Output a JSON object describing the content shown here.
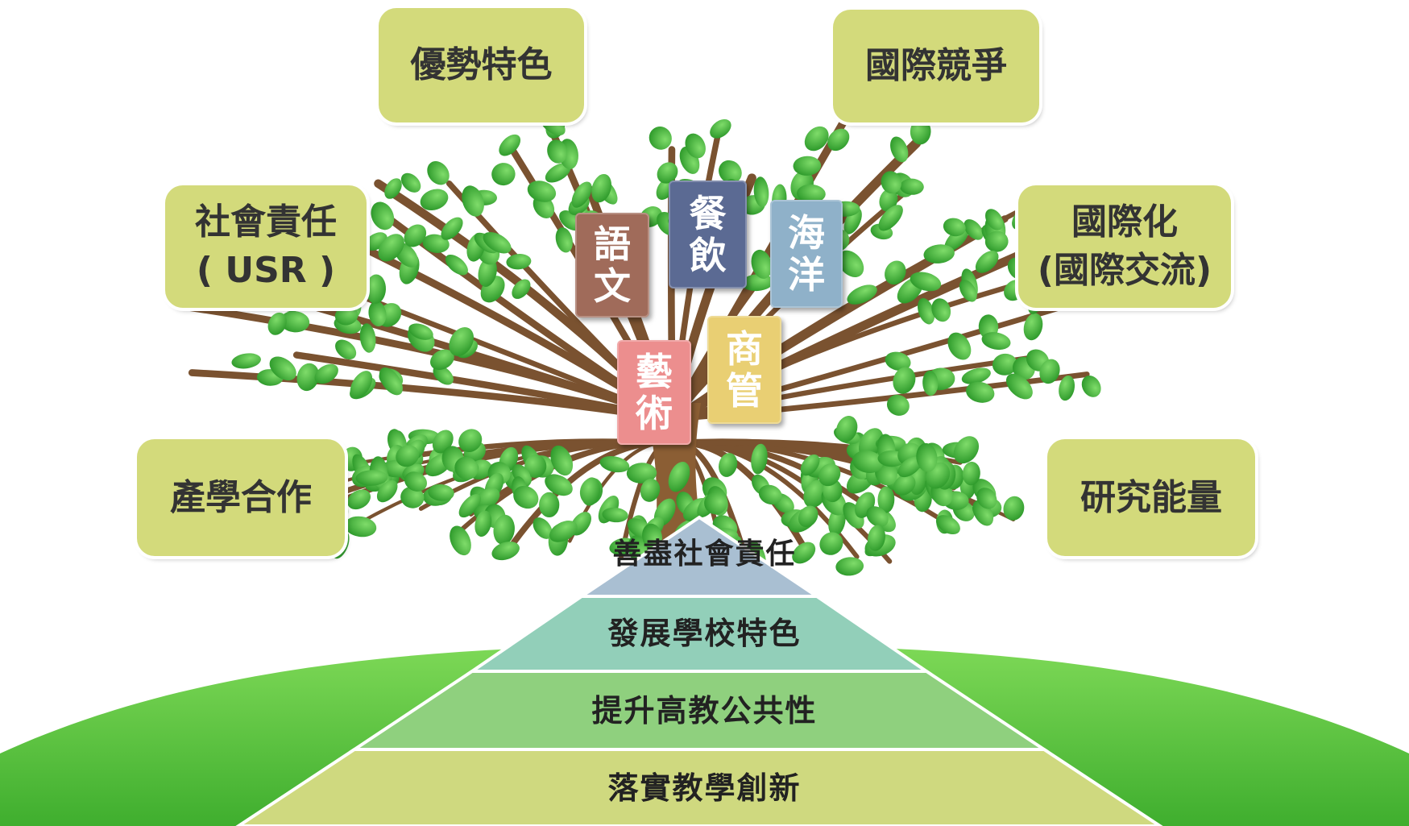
{
  "boxes": {
    "advantages": "優勢特色",
    "intl_competition": "國際競爭",
    "social_responsibility": "社會責任\n( USR )",
    "internationalization": "國際化\n(國際交流)",
    "industry_cooperation": "產學合作",
    "research": "研究能量"
  },
  "cards": {
    "language": "語\n文",
    "food": "餐\n飲",
    "marine": "海\n洋",
    "arts": "藝\n術",
    "business": "商\n管"
  },
  "pyramid": {
    "tier1": "善盡社會責任",
    "tier2": "發展學校特色",
    "tier3": "提升高教公共性",
    "tier4": "落實教學創新"
  },
  "colors": {
    "box_bg": "#d3da7b",
    "card_language": "#a06b5a",
    "card_food": "#5b6a93",
    "card_marine": "#8fb1c9",
    "card_arts": "#ec8e8e",
    "card_business": "#e9cf73",
    "tier1": "#a9bfd2",
    "tier2": "#92cfb9",
    "tier3": "#8fd07e",
    "tier4": "#cfd97f"
  }
}
